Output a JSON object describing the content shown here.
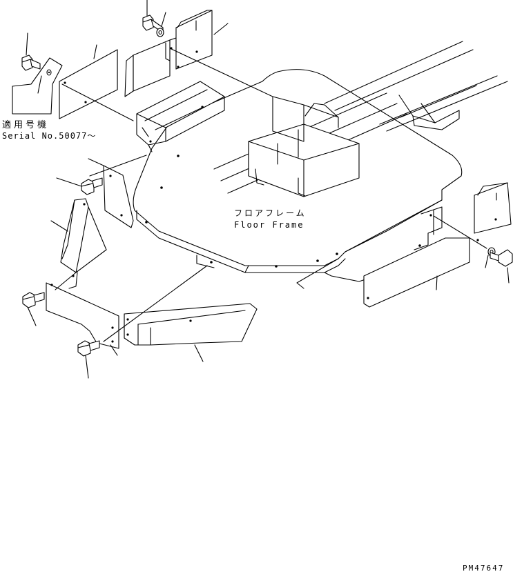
{
  "labels": {
    "serial_jp": "適用号機",
    "serial_no": "Serial No.50077～",
    "floor_jp": "フロアフレーム",
    "floor_en": "Floor Frame",
    "drawing_no": "PM47647"
  },
  "colors": {
    "line": "#000000",
    "background": "#ffffff"
  },
  "parts": [
    "floor-frame",
    "top-left-cover",
    "top-cover",
    "left-bracket",
    "left-side-guard",
    "lower-left-plate",
    "lower-front-cover",
    "right-cover-plate",
    "right-lower-plate",
    "bolt",
    "washer"
  ]
}
